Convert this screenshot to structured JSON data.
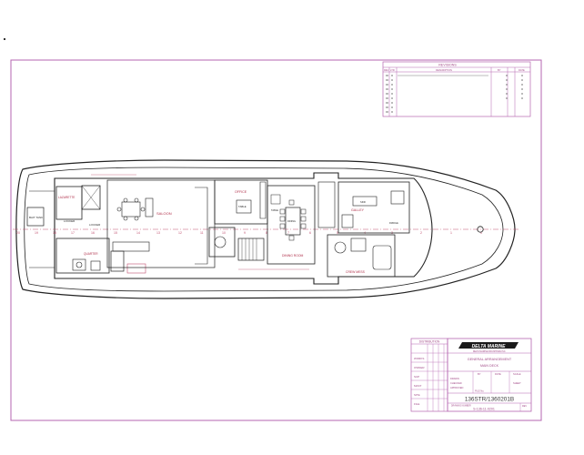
{
  "revisions": {
    "title": "REVISIONS",
    "col_rev": "REV",
    "col_ltr": "LTR",
    "col_desc": "DESCRIPTION",
    "col_by": "BY",
    "col_date": "DATE"
  },
  "rooms": {
    "saloon": "SALOON",
    "office": "OFFICE",
    "galley": "GALLEY",
    "dining_room": "DINING ROOM",
    "crew_mess": "CREW MESS",
    "lazarette": "LAZARETTE",
    "quarter": "QUARTER",
    "locker": "LOCKER",
    "table_office": "TABLE",
    "table_dining": "TABLE",
    "dining_table": "DINING",
    "bait_tank": "BAIT TANK",
    "sink": "SINK",
    "fridge": "FRIDGE"
  },
  "distribution": {
    "title": "DISTRIBUTION",
    "rows": [
      "WORKS",
      "OWNER",
      "SUP",
      "MAST",
      "SITE",
      "FILE"
    ]
  },
  "logo_text": "DELTA MARINE",
  "company_line": "DELTA MARINE INDUSTRIES INC.",
  "drawing": {
    "title": "GENERAL ARRANGEMENT",
    "subtitle": "MAIN DECK",
    "fields": {
      "by": "BY",
      "date": "DATE",
      "scale": "SCALE",
      "sheet": "SHEET",
      "drawn": "DRAWN",
      "checked": "CHECKED",
      "approved": "APPROVED",
      "file_no": "FILE No."
    },
    "number_label": "DRAWING NUMBER",
    "number_handwritten": "136STR/1360201B",
    "number": "S-136-11-0201",
    "rev_label": "REV"
  }
}
